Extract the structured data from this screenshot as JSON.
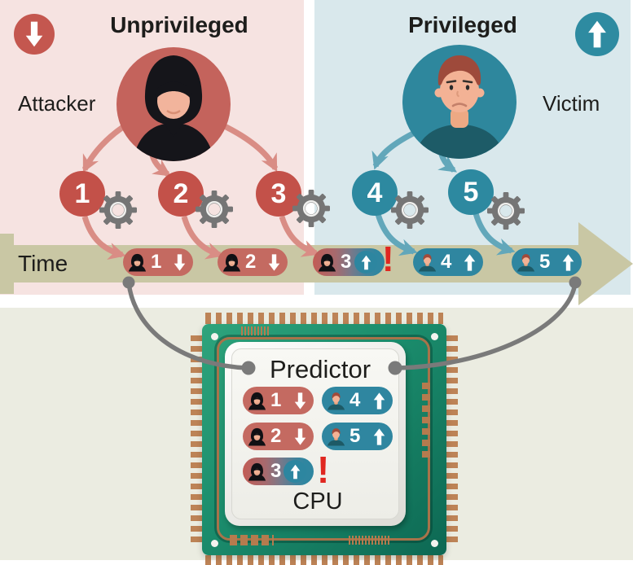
{
  "header": {
    "unprivileged": "Unprivileged",
    "privileged": "Privileged",
    "attacker": "Attacker",
    "victim": "Victim"
  },
  "steps": [
    {
      "num": "1"
    },
    {
      "num": "2"
    },
    {
      "num": "3"
    },
    {
      "num": "4"
    },
    {
      "num": "5"
    }
  ],
  "timeline": {
    "label": "Time",
    "events": [
      {
        "num": "1",
        "actor": "attacker",
        "direction": "down"
      },
      {
        "num": "2",
        "actor": "attacker",
        "direction": "down"
      },
      {
        "num": "3",
        "actor": "attacker",
        "direction": "up",
        "alert": "!"
      },
      {
        "num": "4",
        "actor": "victim",
        "direction": "up"
      },
      {
        "num": "5",
        "actor": "victim",
        "direction": "up"
      }
    ]
  },
  "cpu": {
    "predictor_title": "Predictor",
    "label": "CPU",
    "entries": [
      {
        "num": "1",
        "actor": "attacker",
        "direction": "down"
      },
      {
        "num": "2",
        "actor": "attacker",
        "direction": "down"
      },
      {
        "num": "3",
        "actor": "attacker",
        "direction": "up",
        "alert": "!"
      },
      {
        "num": "4",
        "actor": "victim",
        "direction": "up"
      },
      {
        "num": "5",
        "actor": "victim",
        "direction": "up"
      }
    ]
  },
  "colors": {
    "unprivileged_panel": "#f6e3e1",
    "privileged_panel": "#d9e8ec",
    "attacker_red": "#c4564e",
    "pill_red": "#c46a61",
    "victim_teal": "#2e8ba1",
    "pill_teal": "#2f86a0",
    "timeline_olive": "#c9c7a4",
    "alert_red": "#e02720",
    "gear_gray": "#757575",
    "connector_gray": "#7a7a7a",
    "pcb_green": "#18866a",
    "copper": "#c08455",
    "chip_white": "#f4f4f1",
    "bottom_background": "#ebece1"
  }
}
